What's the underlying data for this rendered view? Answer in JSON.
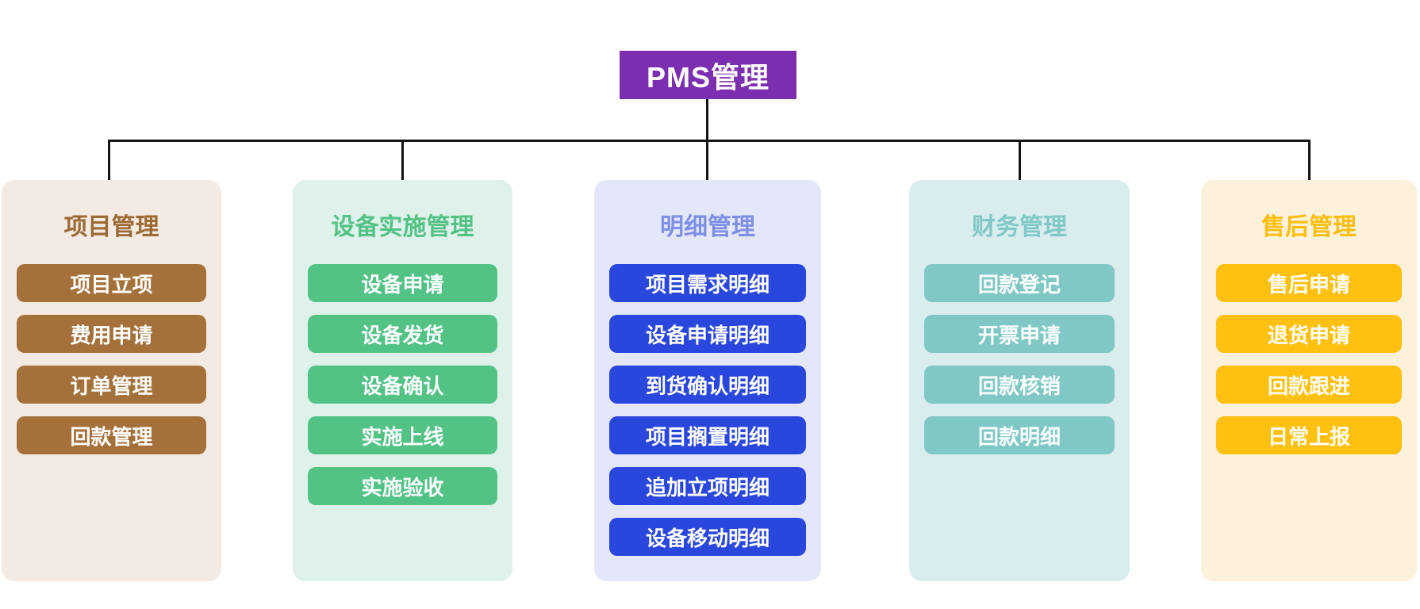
{
  "root": {
    "title": "PMS管理",
    "bg": "#7B2FB0",
    "text_color": "#FFFFFF"
  },
  "connector_color": "#141414",
  "groups": [
    {
      "id": "project-management",
      "title": "项目管理",
      "panel_bg": "#F3EAE3",
      "title_color": "#9C6B34",
      "button_bg": "#A5713B",
      "items": [
        "项目立项",
        "费用申请",
        "订单管理",
        "回款管理"
      ]
    },
    {
      "id": "device-implementation-management",
      "title": "设备实施管理",
      "panel_bg": "#DEF1EB",
      "title_color": "#53C285",
      "button_bg": "#53C285",
      "items": [
        "设备申请",
        "设备发货",
        "设备确认",
        "实施上线",
        "实施验收"
      ]
    },
    {
      "id": "detail-management",
      "title": "明细管理",
      "panel_bg": "#E4E6F9",
      "title_color": "#7D8FE6",
      "button_bg": "#2A47DD",
      "items": [
        "项目需求明细",
        "设备申请明细",
        "到货确认明细",
        "项目搁置明细",
        "追加立项明细",
        "设备移动明细"
      ]
    },
    {
      "id": "finance-management",
      "title": "财务管理",
      "panel_bg": "#D9ECEE",
      "title_color": "#7FC8C5",
      "button_bg": "#7FC8C5",
      "items": [
        "回款登记",
        "开票申请",
        "回款核销",
        "回款明细"
      ]
    },
    {
      "id": "after-sales-management",
      "title": "售后管理",
      "panel_bg": "#FCF1DB",
      "title_color": "#FFBE0D",
      "button_bg": "#FFC010",
      "items": [
        "售后申请",
        "退货申请",
        "回款跟进",
        "日常上报"
      ]
    }
  ]
}
